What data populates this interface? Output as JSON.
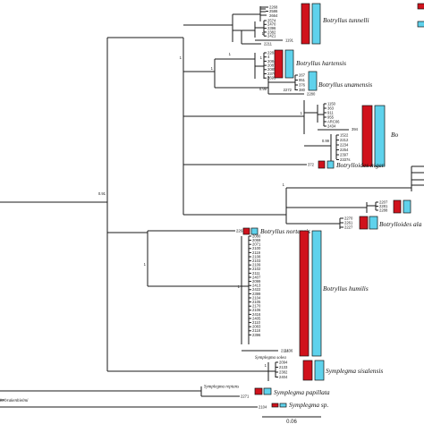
{
  "colors": {
    "red": "#d0121c",
    "cyan": "#5fd2ec"
  },
  "clades": {
    "tunnelli": {
      "label": "Botryllus tunnelli",
      "tips": [
        "2268",
        "2586",
        "2664",
        "2574",
        "2470",
        "2396",
        "2382",
        "2421",
        "1191",
        "2211"
      ]
    },
    "hartensis": {
      "label": "Botryllus hartensis",
      "tips": [
        "2283",
        "4",
        "2084",
        "2087",
        "2085",
        "2379",
        "2695"
      ]
    },
    "unamensis": {
      "label": "Botryllus unamensis",
      "tips": [
        "267",
        "951",
        "376",
        "380",
        "2272",
        "2280"
      ]
    },
    "bo": {
      "label": "Bo",
      "tips": [
        "1150",
        "363",
        "911",
        "955",
        "ARC06",
        "2434",
        "394",
        "1522",
        "2212",
        "2234",
        "2254",
        "2397",
        "2337s"
      ]
    },
    "niger": {
      "label": "Botrylloides niger",
      "tips": [
        "372"
      ]
    },
    "alaX": {
      "label": "Botrylloides ala",
      "tips": [
        "2207",
        "2281",
        "2288",
        "2270",
        "2261",
        "2227"
      ]
    },
    "nortensis": {
      "label": "Botryllus nortensis",
      "tips": [
        "2263"
      ]
    },
    "humilis": {
      "label": "Botryllus humilis",
      "tips": [
        "2080",
        "2069",
        "2071",
        "2100",
        "2119",
        "2108",
        "2103",
        "2109",
        "2102",
        "2111",
        "2407",
        "2099",
        "2413",
        "2422",
        "2399",
        "2104",
        "2105",
        "2170",
        "2106",
        "2416",
        "2405",
        "2110",
        "2083",
        "2118",
        "2396",
        "2111"
      ]
    },
    "solea": {
      "label": "Symplegma solea",
      "tips": [
        "2436"
      ]
    },
    "sisalensis": {
      "label": "Symplegma sisalensis",
      "tips": [
        "2094",
        "2133",
        "2382",
        "2404"
      ]
    },
    "reptans": {
      "label": "Symplegma reptans",
      "tips": []
    },
    "papillata": {
      "label": "Symplegma papillata",
      "tips": [
        "2271"
      ]
    },
    "sp": {
      "label": "Symplegma sp.",
      "tips": [
        "2104"
      ]
    },
    "brakenhielmi": {
      "label": "ia brakenhielmi",
      "tips": []
    }
  },
  "supports": [
    "1",
    "1",
    "1",
    "1",
    "1",
    "0.99",
    "1",
    "0.99",
    "1",
    "1",
    "0.91",
    "1",
    "1",
    "1",
    "1",
    "1",
    "1",
    "1"
  ],
  "scale": {
    "label": "0.06"
  }
}
